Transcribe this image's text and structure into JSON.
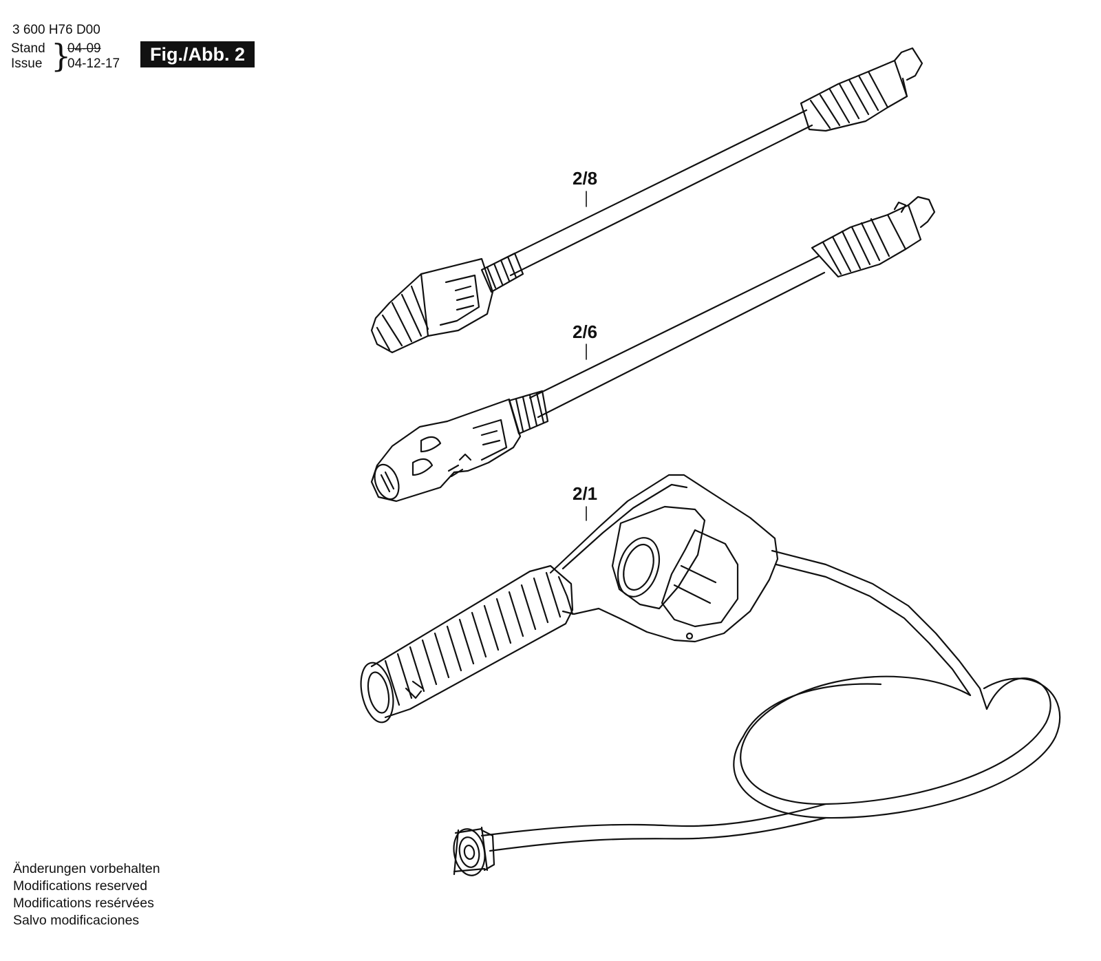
{
  "header": {
    "doc_number": "3 600 H76 D00",
    "stand_label": "Stand",
    "issue_label": "Issue",
    "stand_date": "04-09",
    "issue_date": "04-12-17",
    "figure_label": "Fig./Abb. 2"
  },
  "callouts": {
    "lance_top": "2/8",
    "lance_middle": "2/6",
    "gun": "2/1"
  },
  "notes": [
    "Änderungen vorbehalten",
    "Modifications reserved",
    "Modifications resérvées",
    "Salvo modificaciones"
  ]
}
